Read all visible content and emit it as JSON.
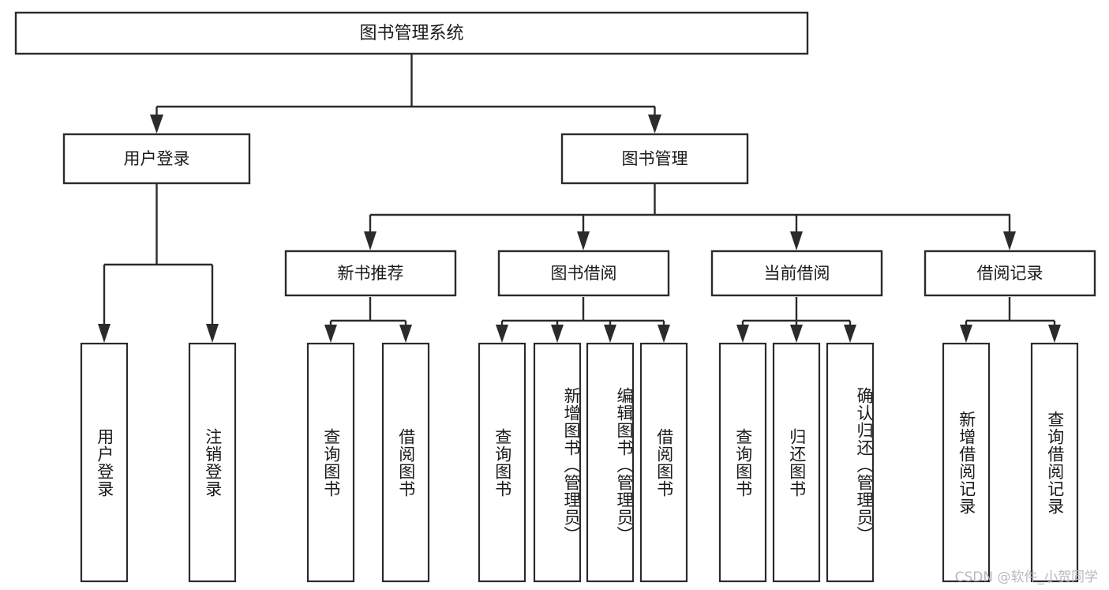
{
  "diagram": {
    "kind": "functional-structure-tree",
    "root": {
      "id": "root",
      "label": "图书管理系统"
    },
    "level2": [
      {
        "id": "user-login",
        "label": "用户登录"
      },
      {
        "id": "book-management",
        "label": "图书管理"
      }
    ],
    "level3": [
      {
        "id": "new-book-recommend",
        "label": "新书推荐",
        "parent": "book-management"
      },
      {
        "id": "book-borrow",
        "label": "图书借阅",
        "parent": "book-management"
      },
      {
        "id": "current-borrow",
        "label": "当前借阅",
        "parent": "book-management"
      },
      {
        "id": "borrow-record",
        "label": "借阅记录",
        "parent": "book-management"
      }
    ],
    "leaves": {
      "user-login": [
        {
          "id": "leaf-user-login",
          "label": "用户登录"
        },
        {
          "id": "leaf-user-logout",
          "label": "注销登录"
        }
      ],
      "new-book-recommend": [
        {
          "id": "leaf-query-book-1",
          "label": "查询图书"
        },
        {
          "id": "leaf-borrow-book-1",
          "label": "借阅图书"
        }
      ],
      "book-borrow": [
        {
          "id": "leaf-query-book-2",
          "label": "查询图书"
        },
        {
          "id": "leaf-add-book",
          "label": "新增图书（管理员）"
        },
        {
          "id": "leaf-edit-book",
          "label": "编辑图书（管理员）"
        },
        {
          "id": "leaf-borrow-book-2",
          "label": "借阅图书"
        }
      ],
      "current-borrow": [
        {
          "id": "leaf-query-book-3",
          "label": "查询图书"
        },
        {
          "id": "leaf-return-book",
          "label": "归还图书"
        },
        {
          "id": "leaf-confirm-return",
          "label": "确认归还（管理员）"
        }
      ],
      "borrow-record": [
        {
          "id": "leaf-add-borrow-record",
          "label": "新增借阅记录"
        },
        {
          "id": "leaf-query-borrow-record",
          "label": "查询借阅记录"
        }
      ]
    }
  },
  "watermark": {
    "text": "CSDN @软件_小贺同学"
  },
  "colors": {
    "stroke": "#2b2b2b",
    "fill": "#ffffff",
    "text": "#1a1a1a",
    "watermark": "#b9b9b9",
    "background": "#ffffff"
  }
}
